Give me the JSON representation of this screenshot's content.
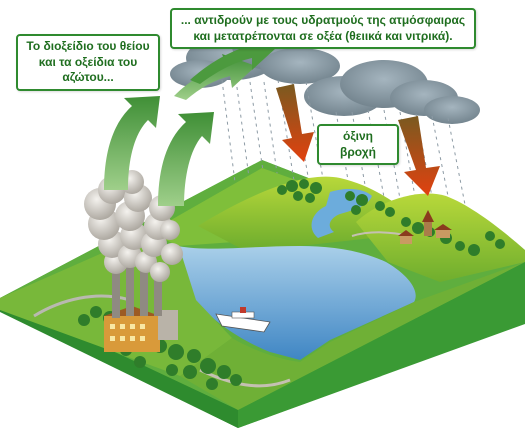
{
  "labels": {
    "gases": "Το διοξείδιο του θείου και τα οξείδια του αζώτου...",
    "reaction": "... αντιδρούν με τους υδρατμούς της ατμόσφαιρας και μετατρέπονται σε οξέα (θειικά και νιτρικά).",
    "acid_rain": "όξινη βροχή"
  },
  "colors": {
    "frame_green": "#37a637",
    "label_border": "#2f8a2f",
    "label_text": "#1f6e1f",
    "water": "#5ea2d6",
    "rain_arrow": "#e04a12",
    "gas_arrow": "#5aa546",
    "cloud": "#7d8f9a"
  }
}
